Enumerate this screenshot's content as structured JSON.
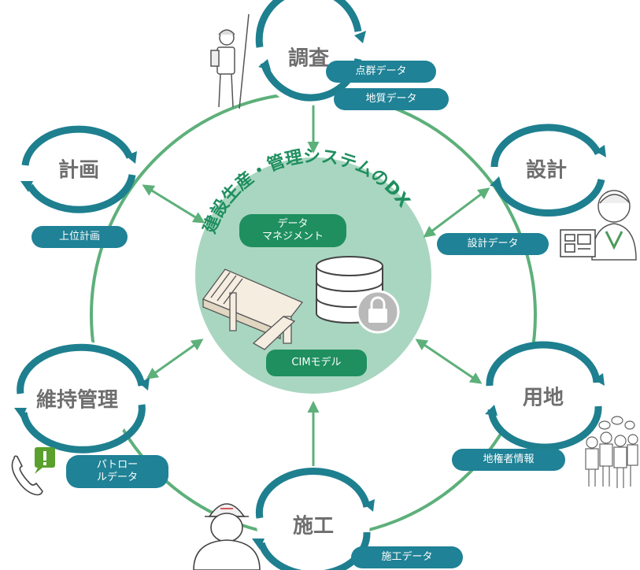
{
  "center": {
    "title": "建設生産・管理システムのDX",
    "data_management": [
      "データ",
      "マネジメント"
    ],
    "cim_model": "CIMモデル"
  },
  "nodes": [
    {
      "id": "survey",
      "label": "調査"
    },
    {
      "id": "design",
      "label": "設計"
    },
    {
      "id": "land",
      "label": "用地"
    },
    {
      "id": "construction",
      "label": "施工"
    },
    {
      "id": "maintenance",
      "label": "維持管理"
    },
    {
      "id": "planning",
      "label": "計画"
    }
  ],
  "data_tags": {
    "point_cloud": "点群データ",
    "geology": "地質データ",
    "design_data": "設計データ",
    "land_rights": "地権者情報",
    "construction_data": "施工データ",
    "patrol": [
      "パトロー",
      "ルデータ"
    ],
    "upper_plan": "上位計画"
  },
  "colors": {
    "cycle_green": "#5db07a",
    "arrow_teal": "#1e7f8f",
    "center_fill": "#a9d6c0",
    "pill_teal": "#1f8296",
    "pill_green": "#1f8f5f",
    "label_gray": "#6e6e6e"
  },
  "icons": [
    "surveyor-icon",
    "designer-icon",
    "blueprint-icon",
    "people-group-icon",
    "worker-icon",
    "phone-alert-icon",
    "bridge-model-icon",
    "database-lock-icon"
  ]
}
